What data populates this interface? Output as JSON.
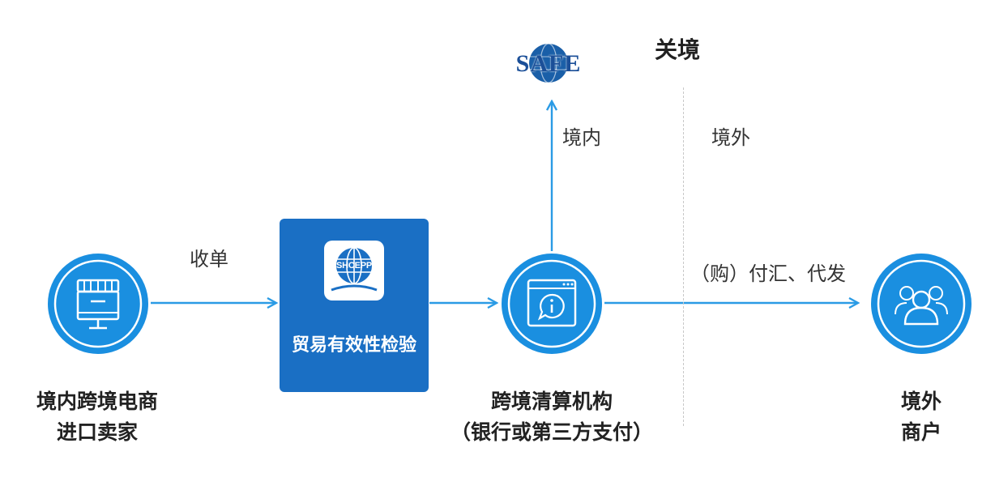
{
  "diagram": {
    "customs_label": "关境",
    "domestic_label": "境内",
    "overseas_label": "境外",
    "safe_logo_text": "SAFE",
    "shcepp_logo_text": "SHCEPP",
    "edge_collect_label": "收单",
    "edge_pay_label": "（购）付汇、代发",
    "nodes": {
      "seller": {
        "line1": "境内跨境电商",
        "line2": "进口卖家"
      },
      "verify": {
        "title": "贸易有效性检验"
      },
      "clearing": {
        "line1": "跨境清算机构",
        "line2": "（银行或第三方支付）"
      },
      "merchant": {
        "line1": "境外",
        "line2": "商户"
      }
    },
    "colors": {
      "primary": "#1a8fe0",
      "box": "#1a6fc4",
      "arrow": "#2b9be5"
    }
  }
}
